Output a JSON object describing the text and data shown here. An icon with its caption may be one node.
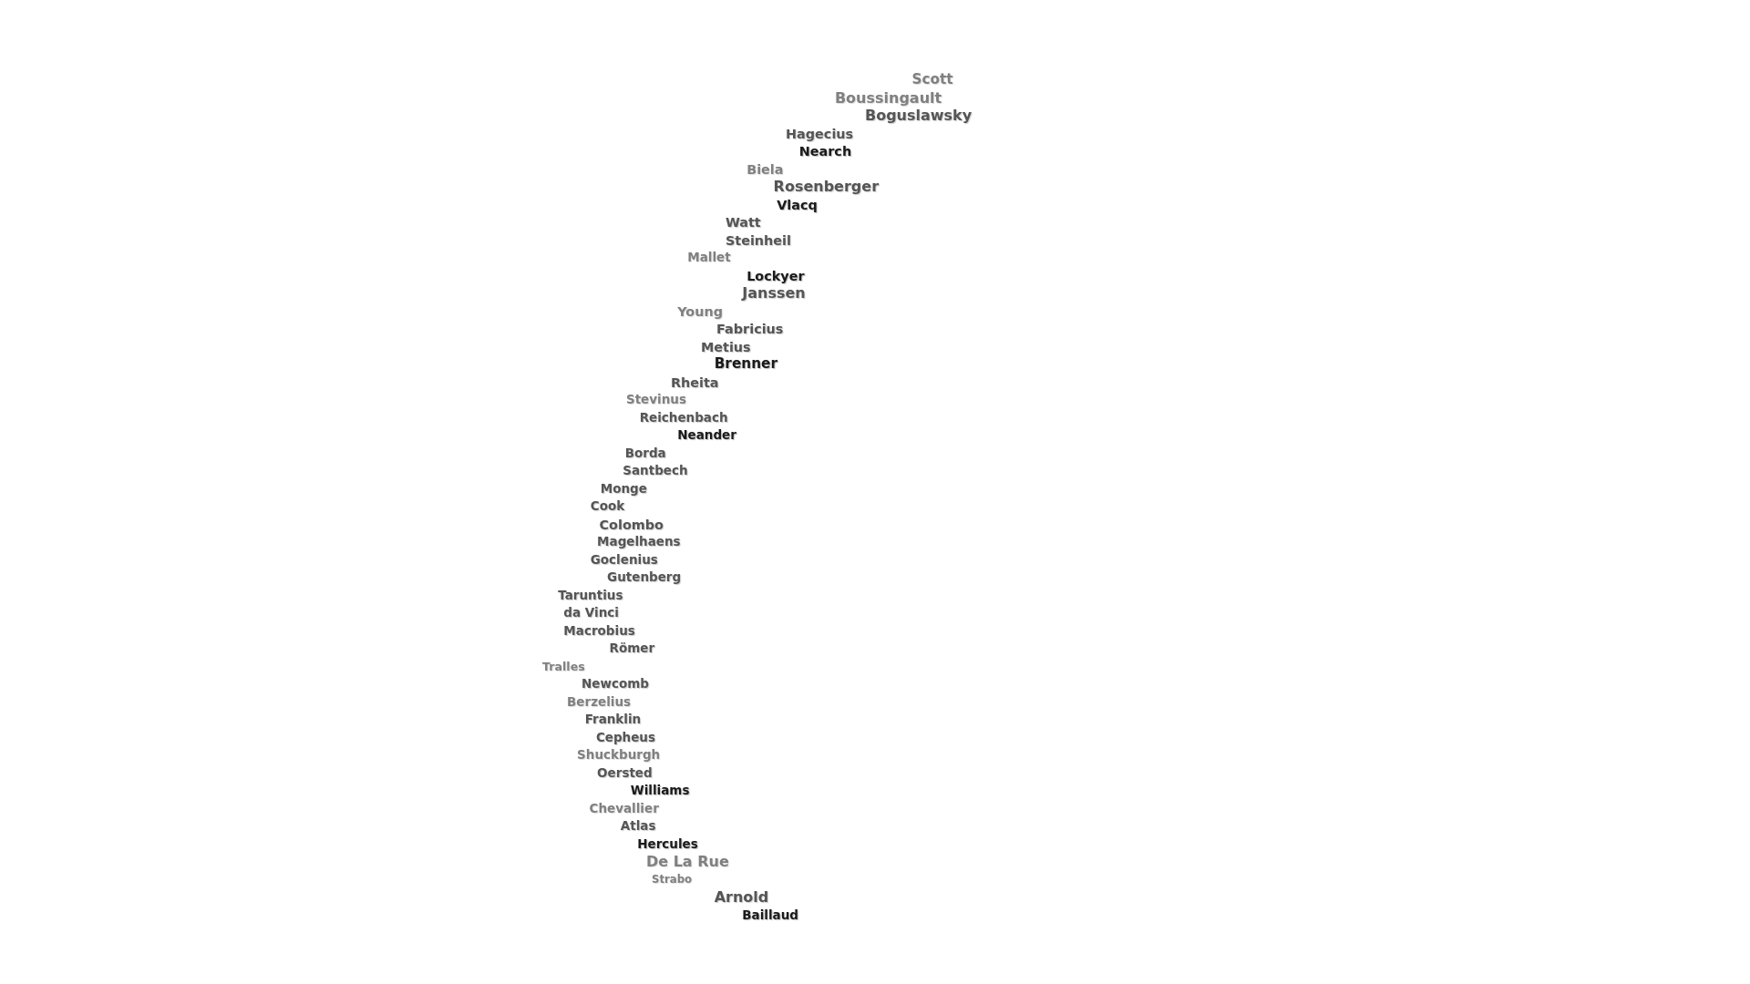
{
  "diagram": {
    "labels": [
      "Scott",
      "Boussingault",
      "Boguslawsky",
      "Hagecius",
      "Nearch",
      "Biela",
      "Rosenberger",
      "Vlacq",
      "Watt",
      "Steinheil",
      "Mallet",
      "Lockyer",
      "Janssen",
      "Young",
      "Fabricius",
      "Metius",
      "Brenner",
      "Rheita",
      "Stevinus",
      "Reichenbach",
      "Neander",
      "Borda",
      "Santbech",
      "Monge",
      "Cook",
      "Colombo",
      "Magelhaens",
      "Goclenius",
      "Gutenberg",
      "Taruntius",
      "da Vinci",
      "Macrobius",
      "Römer",
      "Tralles",
      "Newcomb",
      "Berzelius",
      "Franklin",
      "Cepheus",
      "Shuckburgh",
      "Oersted",
      "Williams",
      "Chevallier",
      "Atlas",
      "Hercules",
      "De La Rue",
      "Strabo",
      "Arnold",
      "Baillaud"
    ]
  }
}
